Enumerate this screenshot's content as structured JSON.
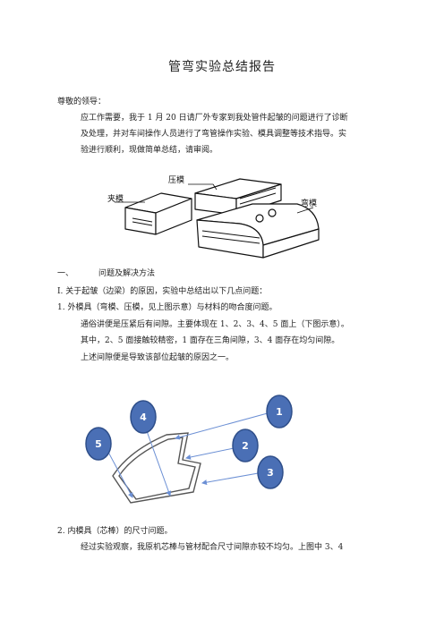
{
  "document": {
    "title": "管弯实验总结报告",
    "salutation": "尊敬的领导：",
    "intro": [
      "应工作需要，我于 1 月 20 日请厂外专家到我处管件起皱的问题进行了诊断",
      "及处理，并对车间操作人员进行了弯管操作实验、模具调整等技术指导。实",
      "验进行顺利，现做简单总结，请审阅。"
    ],
    "section1_num": "一、",
    "section1_title": "问题及解决方法",
    "item_I": "I.  关于起皱（边梁）的原因，实验中总结出以下几点问题：",
    "item_1": "1.  外模具（弯模、压模，见上图示意）与材料的吻合度问题。",
    "item_1_body": [
      "通俗讲便是压紧后有间隙。主要体现在 1、2、3、4、5 面上（下图示意）。",
      "其中，2、5 面接触较精密，1 面存在三角间隙，3、4 面存在均匀间隙。",
      "上述间隙便是导致该部位起皱的原因之一。"
    ],
    "item_2": "2.  内模具（芯棒）的尺寸问题。",
    "item_2_body": "经过实验观察，我原机芯棒与管材配合尺寸间隙亦较不均匀。上图中 3、4"
  },
  "figure1": {
    "label_clamp": "夹模",
    "label_press": "压模",
    "label_bend": "弯模"
  },
  "figure2": {
    "markers": [
      "1",
      "2",
      "3",
      "4",
      "5"
    ],
    "marker_color": "#4a6fb5",
    "marker_stroke": "#2f4f8a",
    "arrow_color": "#6b8fd4"
  }
}
